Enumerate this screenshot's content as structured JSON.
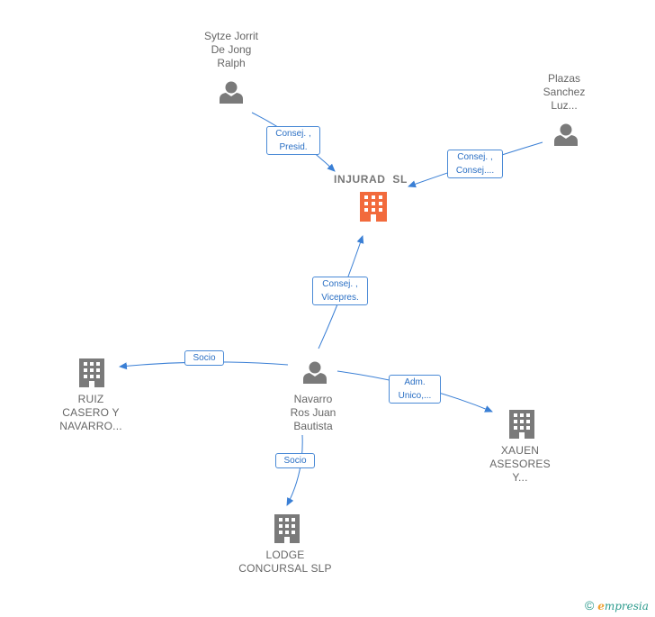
{
  "colors": {
    "edge": "#3a7fd5",
    "person": "#7a7a7a",
    "company": "#7a7a7a",
    "main_company": "#f26a3c"
  },
  "nodes": {
    "sytze": {
      "lines": [
        "Sytze Jorrit",
        "De Jong",
        "Ralph"
      ],
      "icon": "person-icon"
    },
    "plazas": {
      "lines": [
        "Plazas",
        "Sanchez",
        "Luz..."
      ],
      "icon": "person-icon"
    },
    "injurad": {
      "lines": [
        "INJURAD  SL"
      ],
      "icon": "building-icon"
    },
    "navarro": {
      "lines": [
        "Navarro",
        "Ros Juan",
        "Bautista"
      ],
      "icon": "person-icon"
    },
    "ruiz": {
      "lines": [
        "RUIZ",
        "CASERO Y",
        "NAVARRO..."
      ],
      "icon": "building-icon"
    },
    "xauen": {
      "lines": [
        "XAUEN",
        "ASESORES",
        "Y..."
      ],
      "icon": "building-icon"
    },
    "lodge": {
      "lines": [
        "LODGE",
        "CONCURSAL SLP"
      ],
      "icon": "building-icon"
    }
  },
  "edges": {
    "sytze_injurad": [
      "Consej. ,",
      "Presid."
    ],
    "plazas_injurad": [
      "Consej. ,",
      "Consej...."
    ],
    "navarro_injurad": [
      "Consej. ,",
      "Vicepres."
    ],
    "navarro_ruiz": [
      "Socio"
    ],
    "navarro_xauen": [
      "Adm.",
      "Unico,..."
    ],
    "navarro_lodge": [
      "Socio"
    ]
  },
  "footer": {
    "copyright": "©",
    "brand_initial": "e",
    "brand_rest": "mpresia"
  }
}
